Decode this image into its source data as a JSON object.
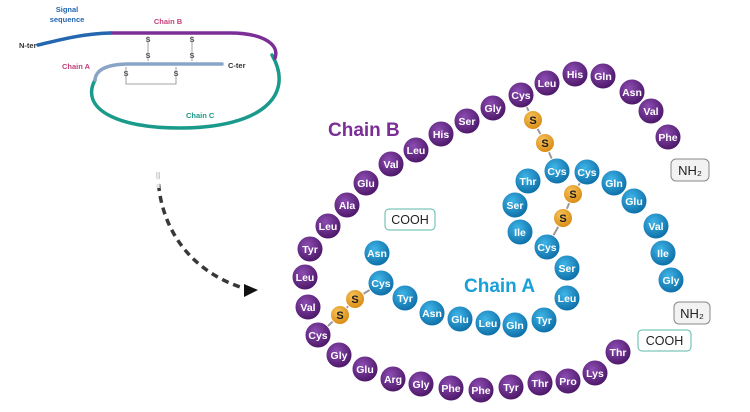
{
  "overview": {
    "signal_label_1": "Signal",
    "signal_label_2": "sequence",
    "chain_b_label": "Chain B",
    "chain_a_label": "Chain A",
    "chain_c_label": "Chain C",
    "n_ter_label": "N-ter",
    "c_ter_label": "C-ter",
    "s_label": "S"
  },
  "colors": {
    "chain_b": "#6b2c8f",
    "chain_a": "#1796d2",
    "chain_c": "#1a9a8a",
    "signal": "#2466b0",
    "sulfur": "#f0a830",
    "chain_b_text": "#7a2e96",
    "chain_a_text": "#1aa0d8",
    "chain_c_text": "#1a9a8a",
    "signal_text": "#2466b0"
  },
  "main": {
    "chain_b_title": "Chain B",
    "chain_a_title": "Chain A",
    "chain_b_n_terminal": "NH₂",
    "chain_b_c_terminal": "COOH",
    "chain_a_n_terminal": "NH₂",
    "chain_a_c_terminal": "COOH",
    "sulfur_label": "S",
    "chain_b_residues": [
      "Phe",
      "Val",
      "Asn",
      "Gln",
      "His",
      "Leu",
      "Cys",
      "Gly",
      "Ser",
      "His",
      "Leu",
      "Val",
      "Glu",
      "Ala",
      "Leu",
      "Tyr",
      "Leu",
      "Val",
      "Cys",
      "Gly",
      "Glu",
      "Arg",
      "Gly",
      "Phe",
      "Phe",
      "Tyr",
      "Thr",
      "Pro",
      "Lys",
      "Thr"
    ],
    "chain_a_residues": [
      "Gly",
      "Ile",
      "Val",
      "Glu",
      "Gln",
      "Cys",
      "Cys",
      "Thr",
      "Ser",
      "Ile",
      "Cys",
      "Ser",
      "Leu",
      "Tyr",
      "Gln",
      "Leu",
      "Glu",
      "Asn",
      "Tyr",
      "Cys",
      "Asn"
    ]
  }
}
